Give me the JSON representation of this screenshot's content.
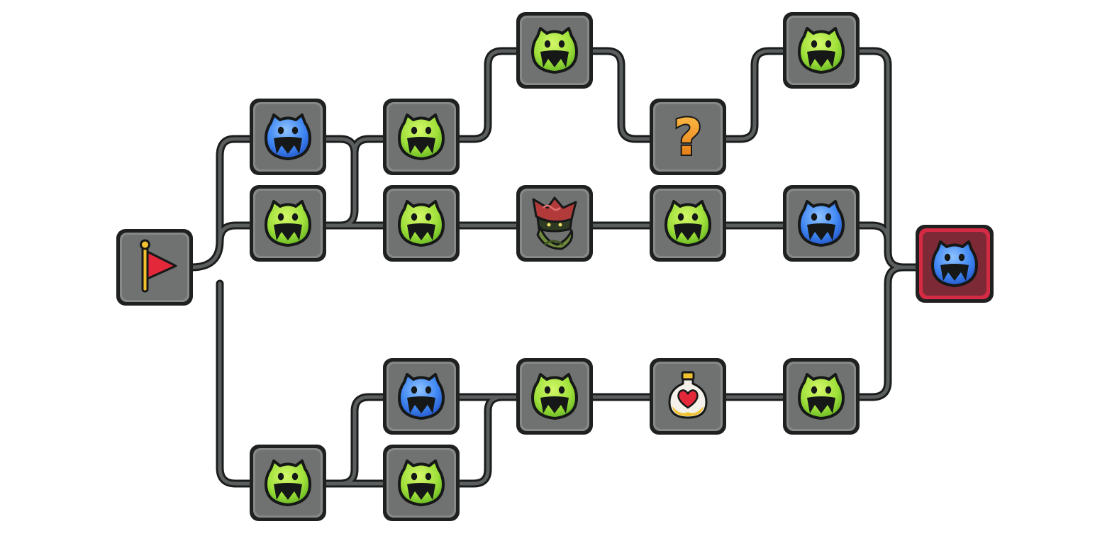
{
  "map": {
    "colors": {
      "tile_gray": "#707171",
      "tile_border": "#1f2121",
      "boss_tile": "#7d2a36",
      "boss_border": "#d42a44",
      "enemy_green": "#9fe03a",
      "enemy_blue": "#3f86f2",
      "mystery_orange": "#f59a1a",
      "flag_red": "#e3283a",
      "flag_pole": "#f2c12e"
    },
    "nodes": [
      {
        "id": "start",
        "type": "start",
        "icon": "flag-icon"
      },
      {
        "id": "r1-top",
        "type": "elite",
        "icon": "blue-monster-icon"
      },
      {
        "id": "r1-mid",
        "type": "enemy",
        "icon": "green-monster-icon"
      },
      {
        "id": "r1-bottom",
        "type": "enemy",
        "icon": "green-monster-icon"
      },
      {
        "id": "r2-top",
        "type": "enemy",
        "icon": "green-monster-icon"
      },
      {
        "id": "r2-mid",
        "type": "enemy",
        "icon": "green-monster-icon"
      },
      {
        "id": "r2-low",
        "type": "elite",
        "icon": "blue-monster-icon"
      },
      {
        "id": "r2-bottom",
        "type": "enemy",
        "icon": "green-monster-icon"
      },
      {
        "id": "r3-top",
        "type": "enemy",
        "icon": "green-monster-icon"
      },
      {
        "id": "r3-mid",
        "type": "shop",
        "icon": "merchant-icon"
      },
      {
        "id": "r3-low",
        "type": "enemy",
        "icon": "green-monster-icon"
      },
      {
        "id": "r4-top",
        "type": "mystery",
        "icon": "question-mark-icon",
        "label": "?"
      },
      {
        "id": "r4-mid",
        "type": "enemy",
        "icon": "green-monster-icon"
      },
      {
        "id": "r4-low",
        "type": "heal",
        "icon": "heart-potion-icon"
      },
      {
        "id": "r5-top",
        "type": "enemy",
        "icon": "green-monster-icon"
      },
      {
        "id": "r5-mid",
        "type": "elite",
        "icon": "blue-monster-icon"
      },
      {
        "id": "r5-low",
        "type": "enemy",
        "icon": "green-monster-icon"
      },
      {
        "id": "boss",
        "type": "boss",
        "icon": "blue-monster-icon"
      }
    ]
  }
}
